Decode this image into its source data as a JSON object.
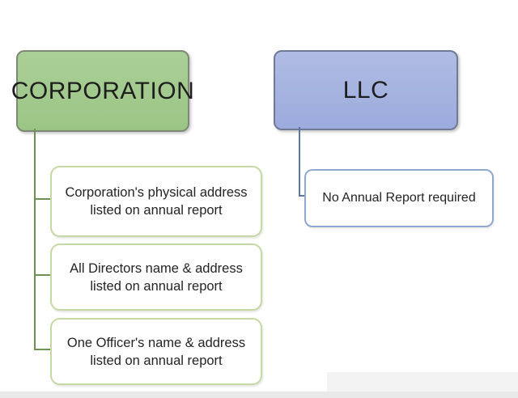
{
  "chart": {
    "type": "org-chart",
    "branches": [
      {
        "header": "CORPORATION",
        "theme": {
          "fill_top": "#AACF97",
          "fill_bottom": "#9BC585",
          "border": "#7D8877",
          "connector": "#6F8F53",
          "child_border": "#C5D9A2",
          "text": "#1E1E1E"
        },
        "children": [
          {
            "lines": [
              "Corporation's physical address",
              "listed on annual report"
            ]
          },
          {
            "lines": [
              "All Directors name & address",
              "listed on annual report"
            ]
          },
          {
            "lines": [
              "One Officer's name & address",
              "listed on annual report"
            ]
          }
        ]
      },
      {
        "header": "LLC",
        "theme": {
          "fill_top": "#B0BCE4",
          "fill_bottom": "#9CABDC",
          "border": "#6F7A94",
          "connector": "#5C76A3",
          "child_border": "#8FA8D0",
          "text": "#1E1E1E"
        },
        "children": [
          {
            "lines": [
              "No Annual Report required"
            ]
          }
        ]
      }
    ]
  }
}
